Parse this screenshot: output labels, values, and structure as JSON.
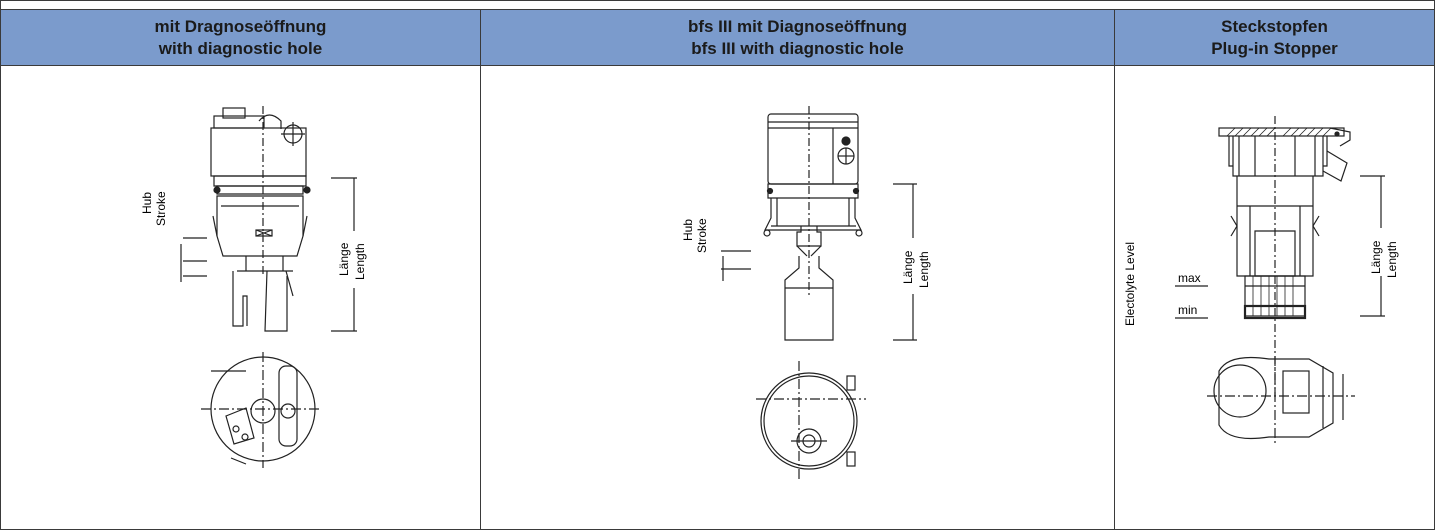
{
  "columns": [
    {
      "heading_de": "mit Dragnoseöffnung",
      "heading_en": "with diagnostic hole",
      "labels": {
        "hub": "Hub",
        "stroke": "Stroke",
        "laenge": "Länge",
        "length": "Length"
      }
    },
    {
      "heading_de": "bfs III mit Diagnoseöffnung",
      "heading_en": "bfs III with diagnostic hole",
      "labels": {
        "hub": "Hub",
        "stroke": "Stroke",
        "laenge": "Länge",
        "length": "Length"
      }
    },
    {
      "heading_de": "Steckstopfen",
      "heading_en": "Plug-in Stopper",
      "labels": {
        "electrolyte": "Electolyte Level",
        "max": "max",
        "min": "min",
        "laenge": "Länge",
        "length": "Length"
      }
    }
  ]
}
